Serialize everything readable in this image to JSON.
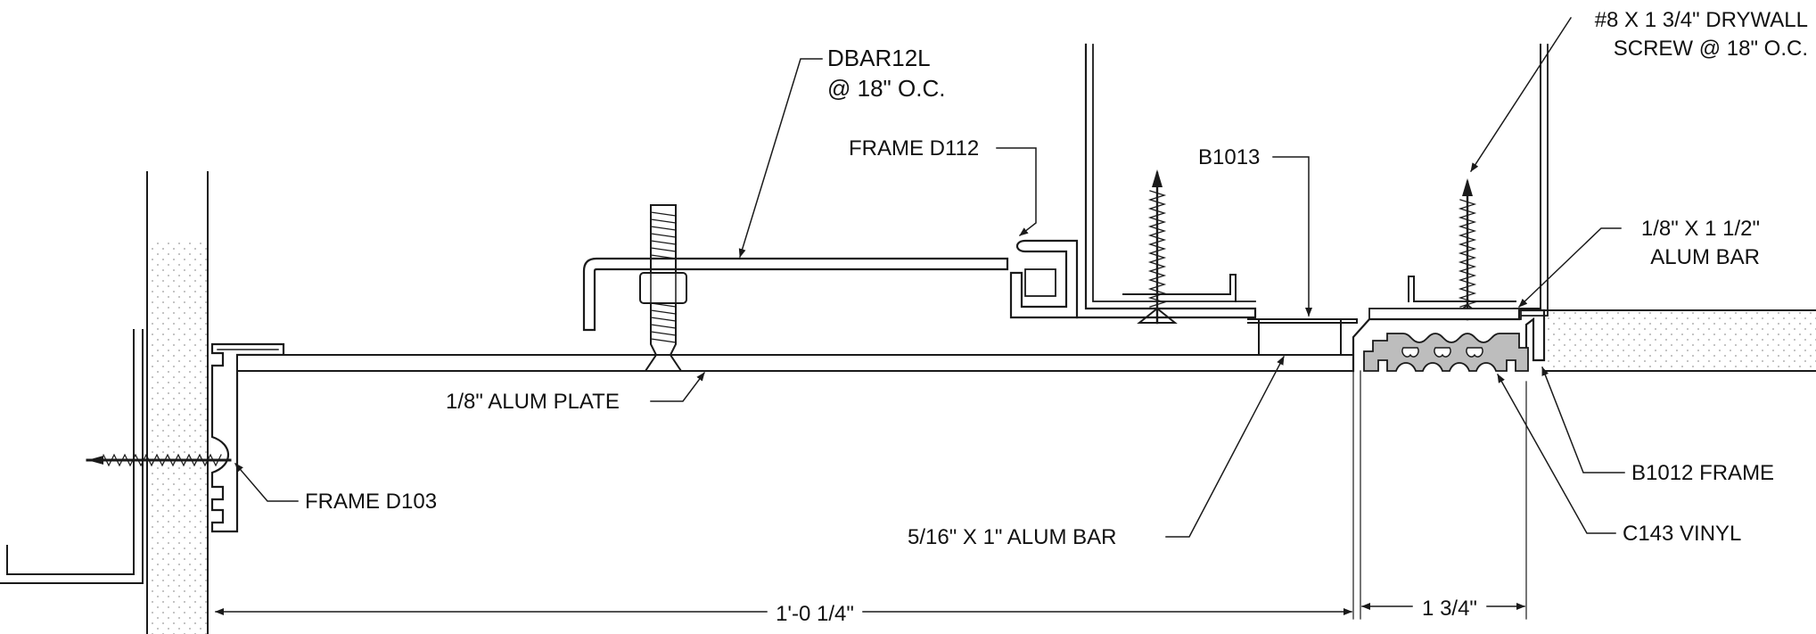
{
  "colors": {
    "ink": "#1a1a1a",
    "drywall_fill": "#fbfbfb",
    "stipple": "#9a9a9a",
    "vinyl_fill": "#bdbdbd"
  },
  "labels": {
    "dbar": "DBAR12L",
    "dbar_spacing": "@ 18\" O.C.",
    "frame_d112": "FRAME D112",
    "b1013": "B1013",
    "screw_line1": "#8 X 1 3/4\" DRYWALL",
    "screw_line2": "SCREW @ 18\" O.C.",
    "alum_bar_small_line1": "1/8\" X 1 1/2\"",
    "alum_bar_small_line2": "ALUM BAR",
    "alum_plate": "1/8\" ALUM PLATE",
    "frame_d103": "FRAME D103",
    "b1012_frame": "B1012 FRAME",
    "alum_bar_large": "5/16\" X 1\" ALUM BAR",
    "c143_vinyl": "C143 VINYL",
    "dim_overall": "1'-0 1/4\"",
    "dim_small": "1 3/4\""
  }
}
